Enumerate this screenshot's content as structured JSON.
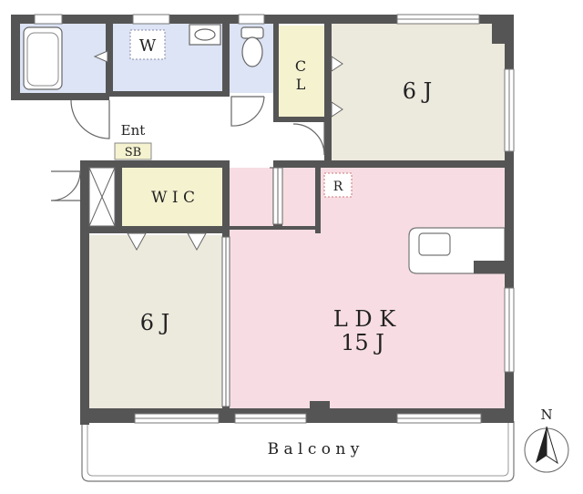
{
  "rooms": {
    "w_label": "W",
    "cl_label_top": "C",
    "cl_label_bottom": "L",
    "bedroom_ne_label": "6 J",
    "entrance_label": "Ent",
    "shoe_box_label": "SB",
    "wic_label": "W I C",
    "refrigerator_label": "R",
    "bedroom_w_label": "6 J",
    "ldk_label": "L D K",
    "ldk_size_label": "15 J"
  },
  "balcony_label": "B a l c o n y",
  "compass": {
    "label": "N",
    "icon": "north-arrow-icon"
  },
  "colors": {
    "wall": "#555555",
    "wet_area": "#dce4f5",
    "closet": "#f5f2d0",
    "bedroom": "#ece9dd",
    "ldk": "#f7dde3",
    "floor_white": "#ffffff"
  }
}
